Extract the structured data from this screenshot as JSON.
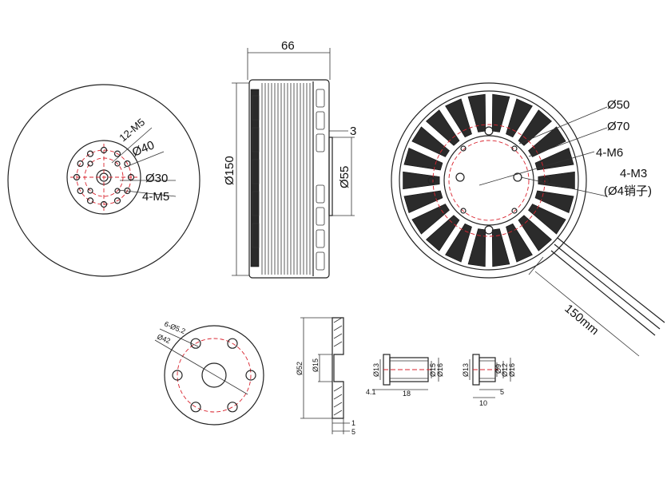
{
  "front_view": {
    "labels": {
      "bolt_circle_m5": "12-M5",
      "dia_40": "Ø40",
      "dia_30": "Ø30",
      "m5_4": "4-M5"
    }
  },
  "side_view": {
    "labels": {
      "length": "66",
      "lip": "3",
      "dia_150": "Ø150",
      "dia_55": "Ø55"
    }
  },
  "rear_view": {
    "labels": {
      "dia_50": "Ø50",
      "dia_70": "Ø70",
      "m6_4": "4-M6",
      "m3_4": "4-M3",
      "pin": "(Ø4销子)",
      "cable": "150mm"
    }
  },
  "prop_adapter": {
    "labels": {
      "holes": "6-Ø5.2",
      "dia_42": "Ø42"
    }
  },
  "adapter_section": {
    "labels": {
      "dia_52": "Ø52",
      "dia_15": "Ø15",
      "t1": "1",
      "t5": "5"
    }
  },
  "bushing_long": {
    "labels": {
      "dia_13": "Ø13",
      "dia_15": "Ø15",
      "dia_16": "Ø16",
      "len_18": "18",
      "flange_4_1": "4.1"
    }
  },
  "bushing_short": {
    "labels": {
      "dia_13": "Ø13",
      "dia_9": "Ø9",
      "dia_12": "Ø12",
      "dia_16": "Ø16",
      "len_10": "10",
      "flange_5": "5"
    }
  }
}
